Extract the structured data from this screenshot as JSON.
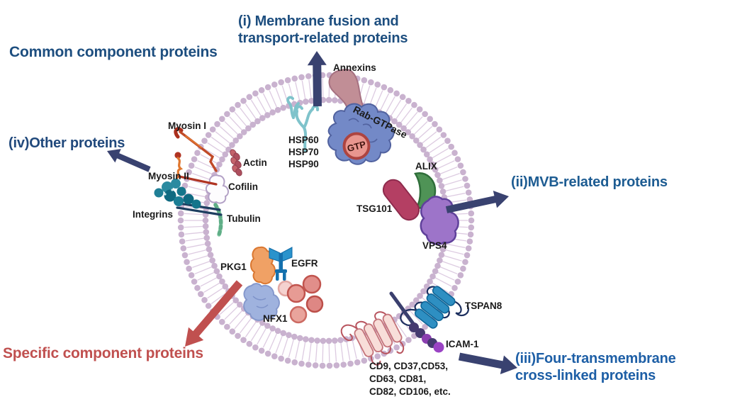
{
  "headings": {
    "common": {
      "text": "Common component proteins",
      "color": "#1d4e7f"
    },
    "specific": {
      "text": "Specific component proteins",
      "color": "#c0504f"
    },
    "category_i": {
      "line1": "(i) Membrane fusion and",
      "line2": "transport-related proteins",
      "color": "#1d4e7f"
    },
    "category_ii": {
      "text": "(ii)MVB-related proteins",
      "color": "#1d5c92"
    },
    "category_iii": {
      "line1": "(iii)Four-transmembrane",
      "line2": "cross-linked proteins",
      "color": "#1e5fa6"
    },
    "category_iv": {
      "text": "(iv)Other proteins",
      "color": "#21497c"
    }
  },
  "proteins": {
    "annexins": "Annexins",
    "rab_gtpase": "Rab-GTPase",
    "gtp": "GTP",
    "hsp60": "HSP60",
    "hsp70": "HSP70",
    "hsp90": "HSP90",
    "alix": "ALIX",
    "tsg101": "TSG101",
    "vps4": "VPS4",
    "actin": "Actin",
    "cofilin": "Cofilin",
    "tubulin": "Tubulin",
    "myosin_i": "Myosin I",
    "myosin_ii": "Myosin II",
    "integrins": "Integrins",
    "pkg1": "PKG1",
    "egfr": "EGFR",
    "nfx1": "NFX1",
    "tspan8": "TSPAN8",
    "icam1": "ICAM-1",
    "tetraspanins_line1": "CD9, CD37,CD53,",
    "tetraspanins_line2": "CD63, CD81,",
    "tetraspanins_line3": "CD82, CD106, etc."
  },
  "colors": {
    "arrow_navy": "#394270",
    "arrow_red": "#c0504f",
    "membrane_dot": "#c9b2cf",
    "membrane_tail": "#ddcbe1",
    "label_text": "#1a1a1a"
  }
}
